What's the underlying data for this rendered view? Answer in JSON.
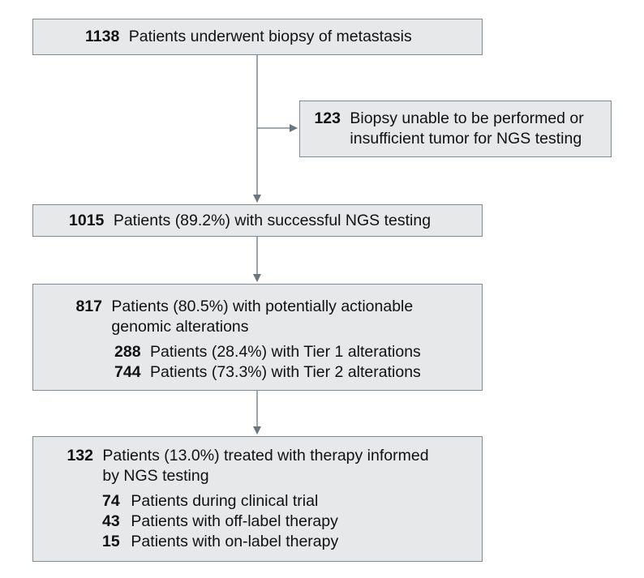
{
  "flow": {
    "enrolled": {
      "count": "1138",
      "text": "Patients underwent biopsy of metastasis"
    },
    "excluded": {
      "count": "123",
      "line1": "Biopsy unable to be performed or",
      "line2": "insufficient tumor for NGS testing"
    },
    "successful": {
      "count": "1015",
      "text": "Patients (89.2%) with successful NGS testing"
    },
    "actionable": {
      "count": "817",
      "line1": "Patients (80.5%) with potentially actionable",
      "line2": "genomic alterations",
      "sub": [
        {
          "count": "288",
          "text": "Patients (28.4%) with Tier 1 alterations"
        },
        {
          "count": "744",
          "text": "Patients (73.3%) with Tier 2 alterations"
        }
      ]
    },
    "treated": {
      "count": "132",
      "line1": "Patients (13.0%) treated with therapy informed",
      "line2": "by NGS testing",
      "sub": [
        {
          "count": "74",
          "text": "Patients during clinical trial"
        },
        {
          "count": "43",
          "text": "Patients with off-label therapy"
        },
        {
          "count": "15",
          "text": "Patients with on-label therapy"
        }
      ]
    }
  }
}
